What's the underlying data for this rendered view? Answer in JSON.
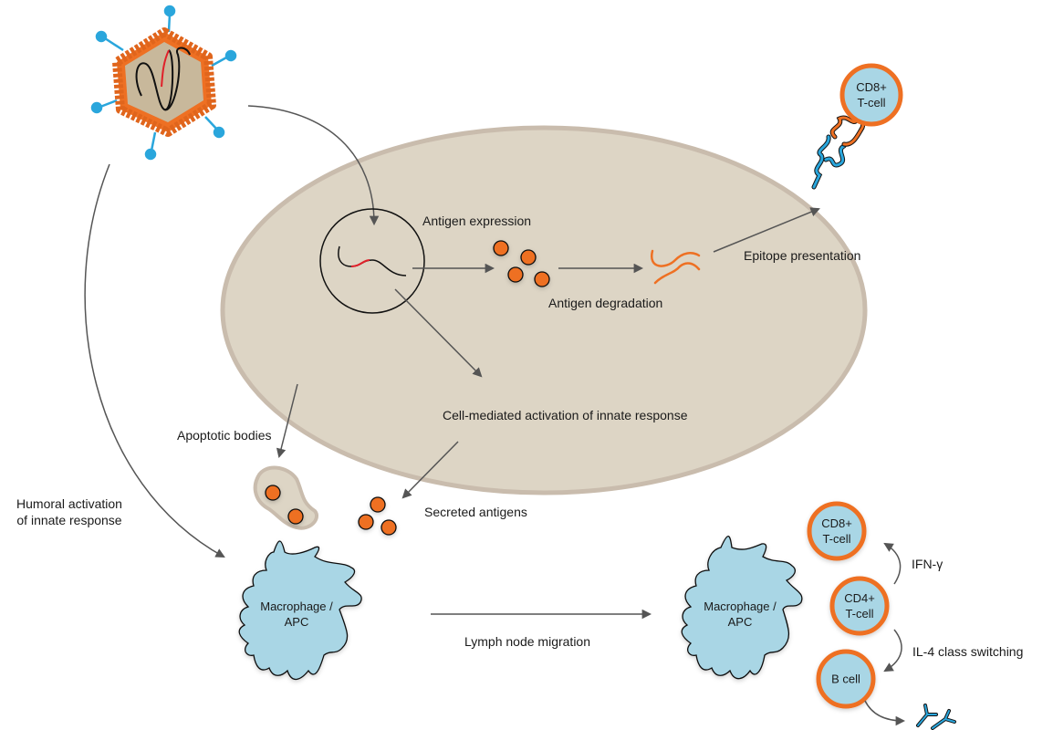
{
  "colors": {
    "cell_fill": "#ddd5c5",
    "cell_stroke": "#c9bcad",
    "antigen_orange": "#ee7023",
    "apc_blue": "#a9d6e5",
    "spike_blue": "#2aa6dc",
    "rna_red": "#e0202a",
    "arrow_gray": "#555555"
  },
  "labels": {
    "antigen_expression": "Antigen expression",
    "antigen_degradation": "Antigen degradation",
    "epitope_presentation": "Epitope presentation",
    "cell_mediated": "Cell-mediated activation of innate response",
    "apoptotic_bodies": "Apoptotic bodies",
    "secreted_antigens": "Secreted antigens",
    "humoral_line1": "Humoral activation",
    "humoral_line2": "of innate response",
    "lymph_node_migration": "Lymph node migration",
    "ifn_gamma": "IFN-γ",
    "il4_class_switching": "IL-4 class switching"
  },
  "cells": {
    "macrophage_left": {
      "line1": "Macrophage /",
      "line2": "APC"
    },
    "macrophage_right": {
      "line1": "Macrophage /",
      "line2": "APC"
    },
    "cd8_top": {
      "line1": "CD8+",
      "line2": "T-cell"
    },
    "cd8_lymph": {
      "line1": "CD8+",
      "line2": "T-cell"
    },
    "cd4_lymph": {
      "line1": "CD4+",
      "line2": "T-cell"
    },
    "b_cell": {
      "line1": "B cell"
    }
  }
}
